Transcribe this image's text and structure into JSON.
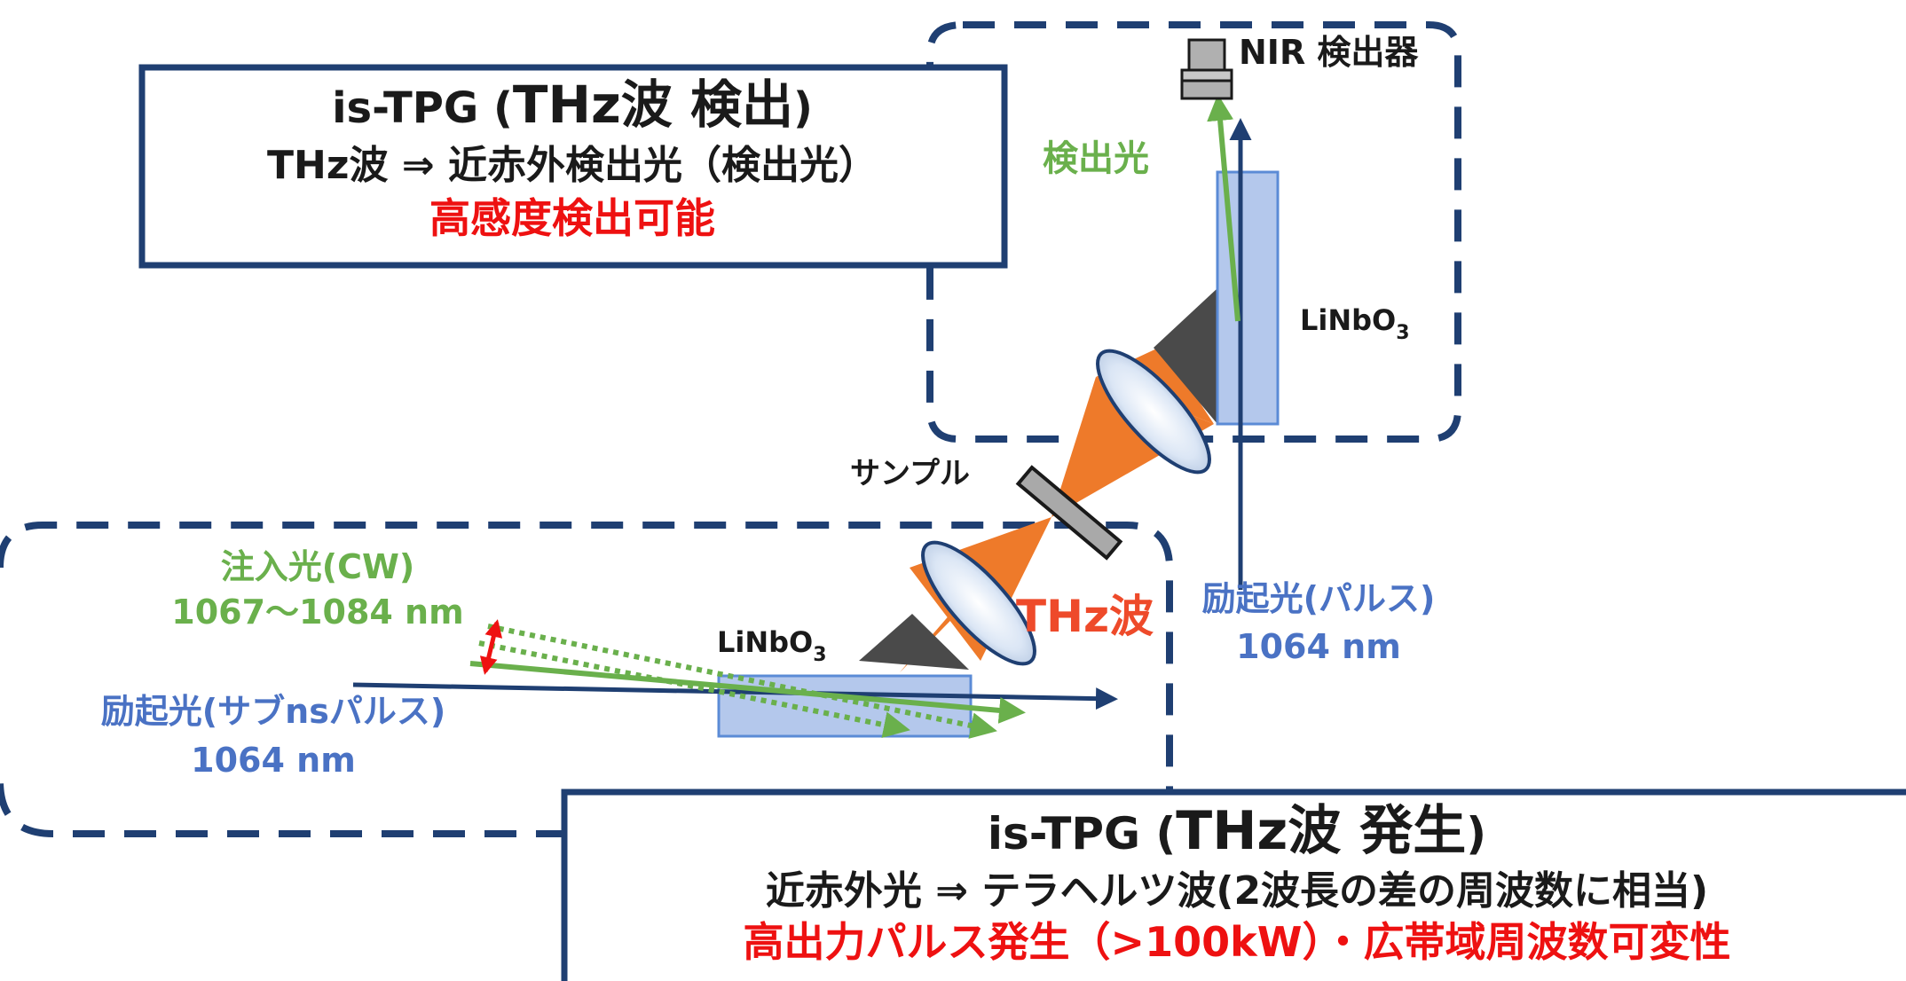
{
  "detection_box": {
    "title_prefix": "is-TPG (",
    "title_main": "THz波 検出",
    "title_suffix": ")",
    "line2": "THz波 ⇒ 近赤外検出光（検出光）",
    "line3": "高感度検出可能"
  },
  "generation_box": {
    "title_prefix": "is-TPG (",
    "title_main": "THz波 発生",
    "title_suffix": ")",
    "line2": "近赤外光 ⇒ テラヘルツ波(2波長の差の周波数に相当)",
    "line3": "高出力パルス発生（>100kW）・広帯域周波数可変性"
  },
  "labels": {
    "nir_detector": "NIR 検出器",
    "detection_light": "検出光",
    "crystal_top": "LiNbO",
    "crystal_top_sub": "3",
    "crystal_bottom": "LiNbO",
    "crystal_bottom_sub": "3",
    "sample": "サンプル",
    "thz_wave": "THz波",
    "pump_right_line1": "励起光(パルス)",
    "pump_right_line2": "1064 nm",
    "seed_line1": "注入光(CW)",
    "seed_line2": "1067〜1084 nm",
    "pump_left_line1": "励起光(サブnsパルス)",
    "pump_left_line2": "1064 nm"
  },
  "colors": {
    "navy": "#1f3f72",
    "green": "#6ab04c",
    "orange": "#ee7a2a",
    "red": "#ee1111",
    "label_blue": "#4a72c4",
    "crystal_fill": "#b4c8ec",
    "crystal_stroke": "#5b8bd6",
    "prism_gray": "#4a4a4a"
  },
  "icons": {
    "detector": "nir-detector-icon",
    "lens": "lens-icon",
    "sample": "sample-plate-icon",
    "prism": "prism-icon"
  }
}
